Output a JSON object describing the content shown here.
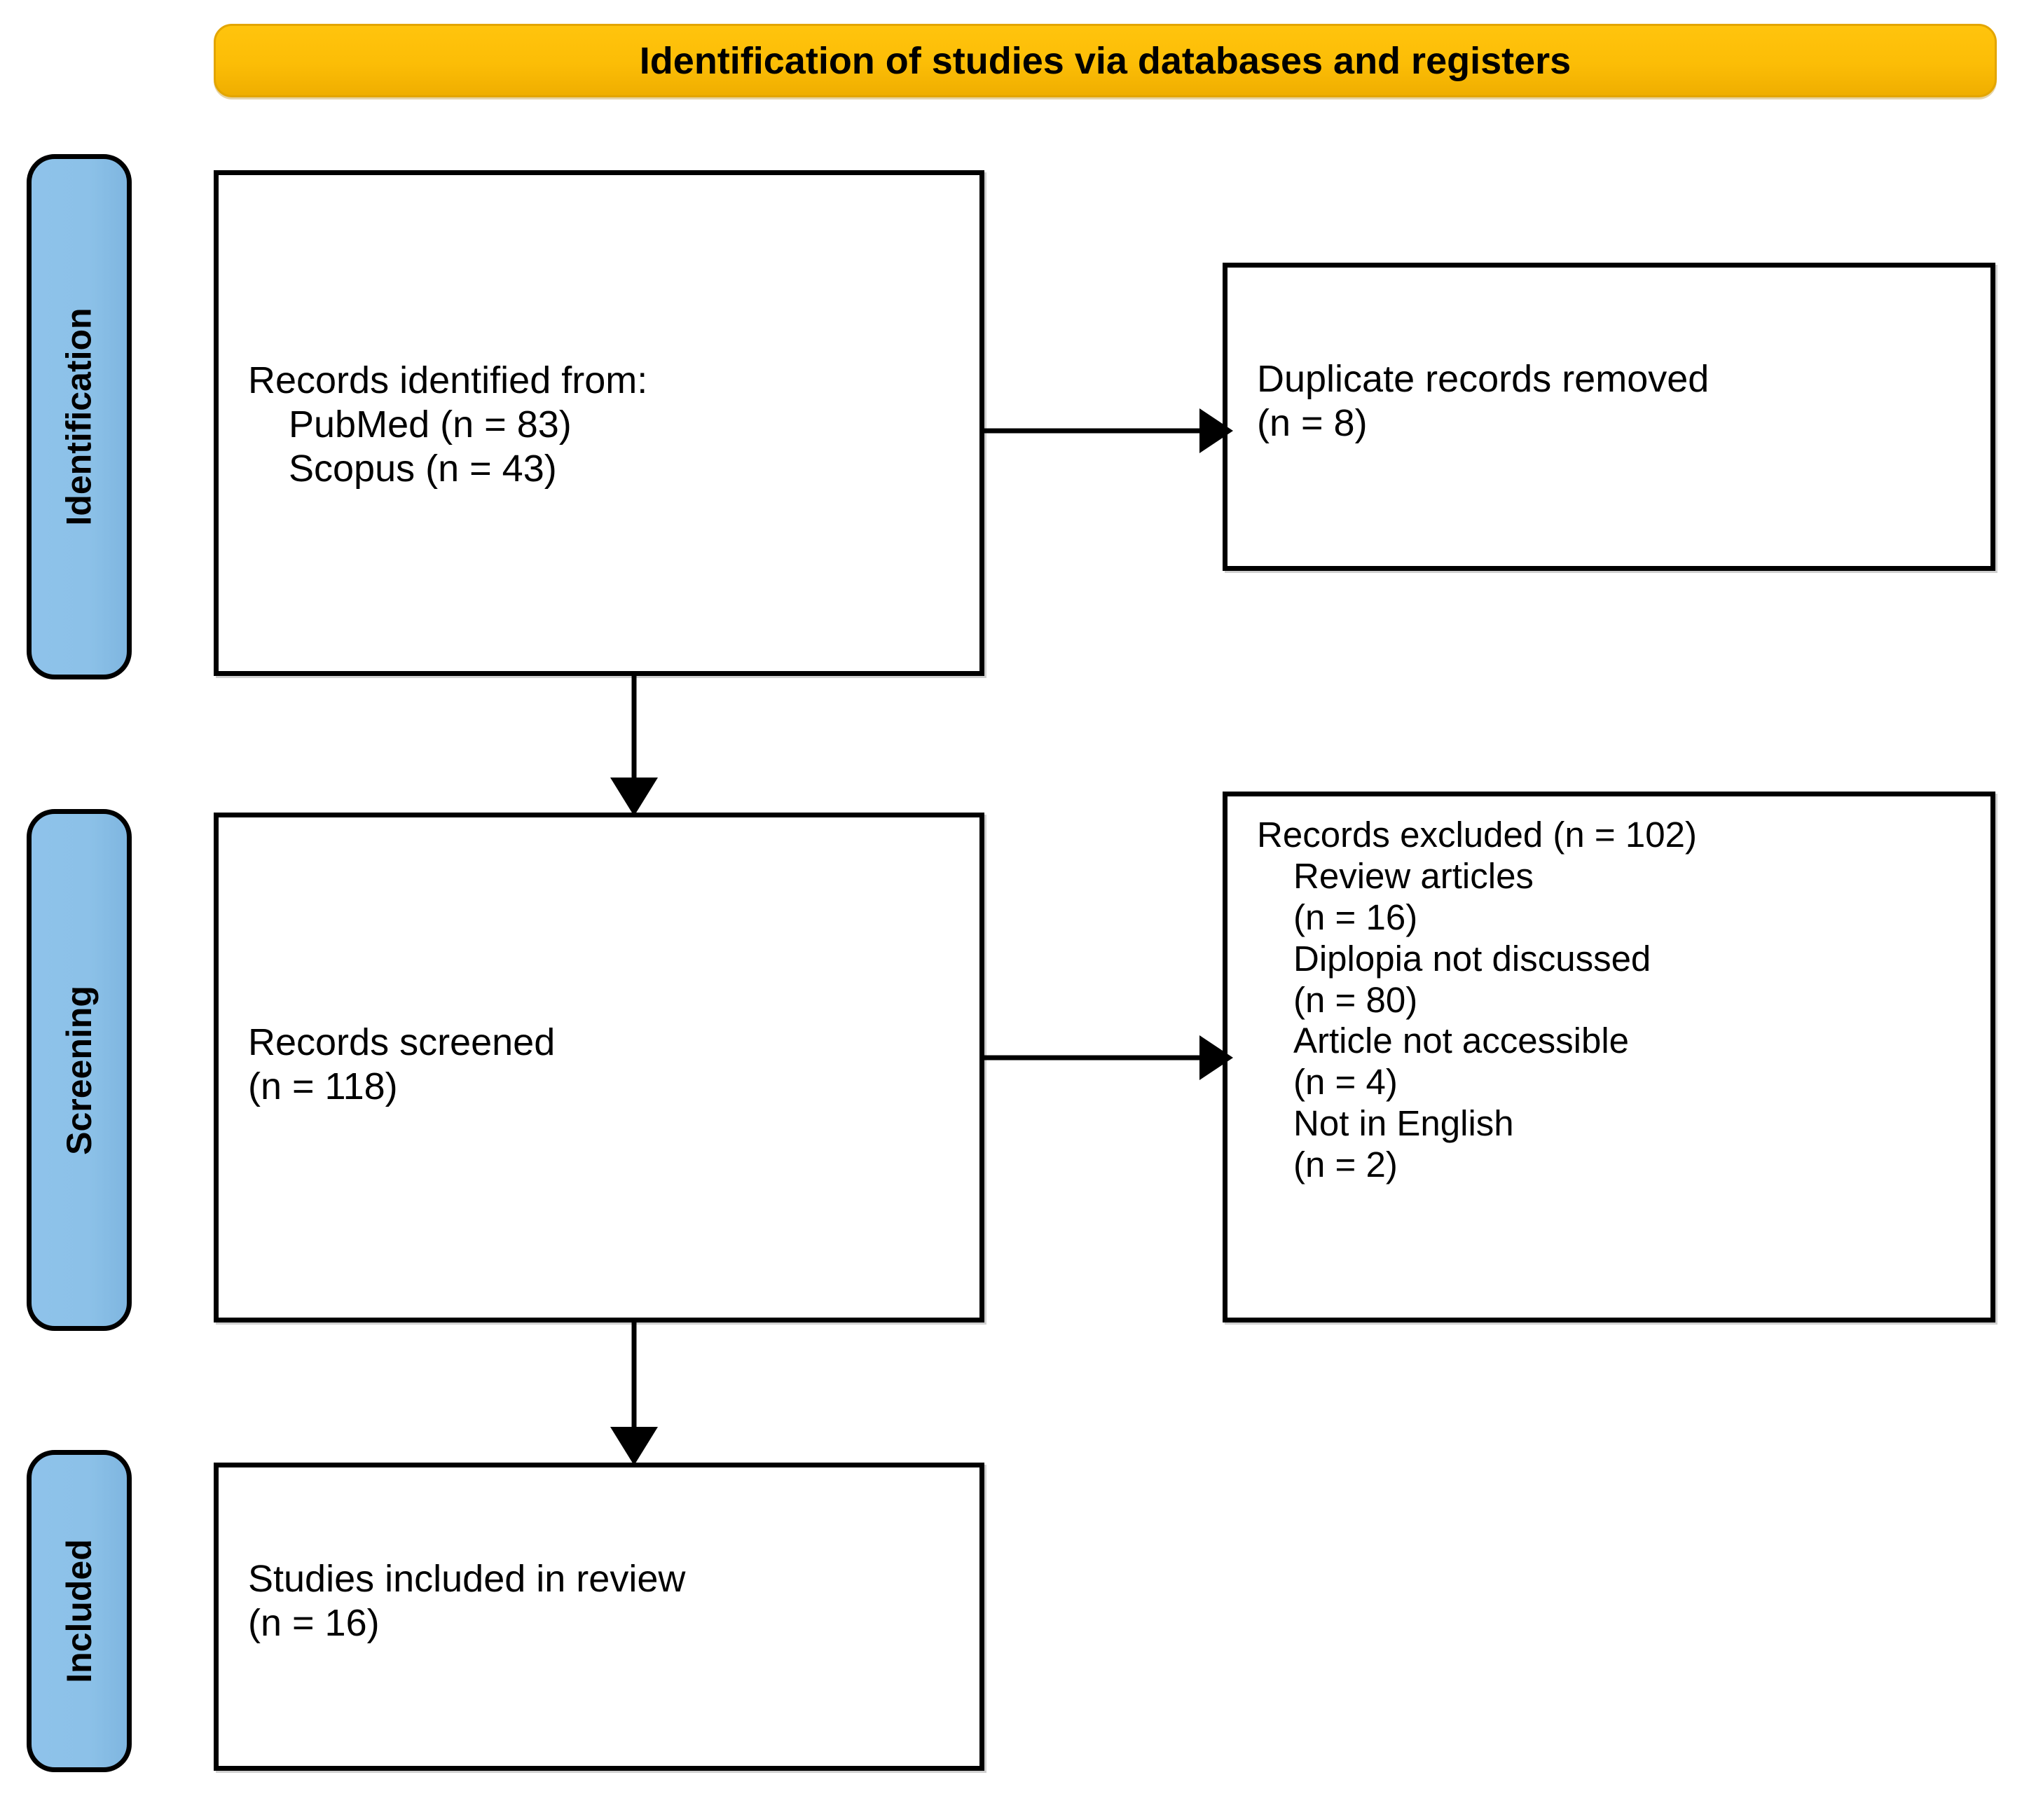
{
  "header": {
    "title": "Identification of studies via databases and registers",
    "background_color": "#FCBD06",
    "border_color": "#E3A500"
  },
  "stages": [
    {
      "id": "identification",
      "label": "Identification",
      "color": "#8CC1E8"
    },
    {
      "id": "screening",
      "label": "Screening",
      "color": "#8CC1E8"
    },
    {
      "id": "included",
      "label": "Included",
      "color": "#8CC1E8"
    }
  ],
  "boxes": {
    "identified": {
      "name": "records-identified-box",
      "lines": [
        {
          "text": "Records identified from:",
          "indent": false
        },
        {
          "text": "PubMed (n = 83)",
          "indent": true
        },
        {
          "text": "Scopus (n = 43)",
          "indent": true
        }
      ]
    },
    "duplicates": {
      "name": "duplicate-records-removed-box",
      "lines": [
        {
          "text": "Duplicate records removed",
          "indent": false
        },
        {
          "text": "(n = 8)",
          "indent": false
        }
      ]
    },
    "screened": {
      "name": "records-screened-box",
      "lines": [
        {
          "text": "Records screened",
          "indent": false
        },
        {
          "text": "(n = 118)",
          "indent": false
        }
      ]
    },
    "excluded": {
      "name": "records-excluded-box",
      "lines": [
        {
          "text": "Records excluded (n = 102)",
          "indent": false
        },
        {
          "text": "Review articles",
          "indent": true
        },
        {
          "text": "(n = 16)",
          "indent": true
        },
        {
          "text": "Diplopia not discussed",
          "indent": true
        },
        {
          "text": "(n = 80)",
          "indent": true
        },
        {
          "text": "Article not accessible",
          "indent": true
        },
        {
          "text": "(n = 4)",
          "indent": true
        },
        {
          "text": "Not in English",
          "indent": true
        },
        {
          "text": "(n = 2)",
          "indent": true
        }
      ]
    },
    "included": {
      "name": "studies-included-box",
      "lines": [
        {
          "text": "Studies included in review",
          "indent": false
        },
        {
          "text": "(n = 16)",
          "indent": false
        }
      ]
    }
  },
  "counts": {
    "pubmed": 83,
    "scopus": 43,
    "duplicates_removed": 8,
    "records_screened": 118,
    "records_excluded": 102,
    "excluded_review_articles": 16,
    "excluded_diplopia_not_discussed": 80,
    "excluded_article_not_accessible": 4,
    "excluded_not_in_english": 2,
    "studies_included": 16
  },
  "connectors": [
    {
      "name": "arrow-identified-to-duplicates",
      "direction": "right"
    },
    {
      "name": "arrow-identified-to-screened",
      "direction": "down"
    },
    {
      "name": "arrow-screened-to-excluded",
      "direction": "right"
    },
    {
      "name": "arrow-screened-to-included",
      "direction": "down"
    }
  ]
}
